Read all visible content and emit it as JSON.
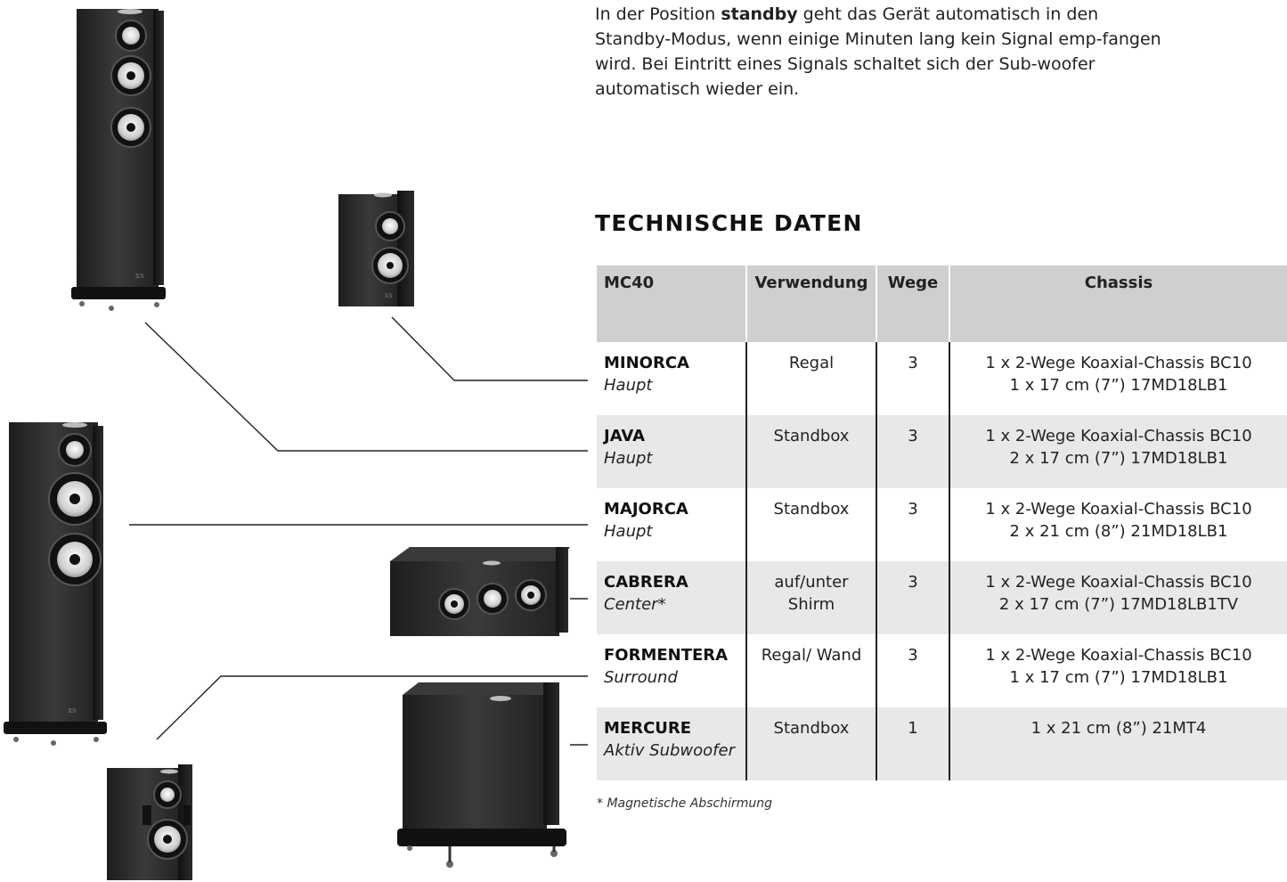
{
  "intro": {
    "before": "In der Position ",
    "keyword": "standby",
    "after": " geht das Gerät automatisch in den Standby-Modus, wenn einige Minuten lang kein Signal emp-fangen wird. Bei Eintritt eines Signals schaltet sich der Sub-woofer automatisch wieder ein."
  },
  "heading": "TECHNISCHE DATEN",
  "table": {
    "headers": {
      "model": "MC40",
      "use": "Verwendung",
      "ways": "Wege",
      "chassis": "Chassis"
    },
    "rows": [
      {
        "name": "MINORCA",
        "role": "Haupt",
        "use": "Regal",
        "ways": "3",
        "chassis1": "1 x 2-Wege Koaxial-Chassis BC10",
        "chassis2": "1 x 17 cm (7”) 17MD18LB1"
      },
      {
        "name": "JAVA",
        "role": "Haupt",
        "use": "Standbox",
        "ways": "3",
        "chassis1": "1 x 2-Wege Koaxial-Chassis BC10",
        "chassis2": "2 x 17 cm (7”) 17MD18LB1"
      },
      {
        "name": "MAJORCA",
        "role": "Haupt",
        "use": "Standbox",
        "ways": "3",
        "chassis1": "1 x 2-Wege Koaxial-Chassis BC10",
        "chassis2": "2 x 21 cm (8”) 21MD18LB1"
      },
      {
        "name": "CABRERA",
        "role": "Center*",
        "use": "auf/unter Shirm",
        "ways": "3",
        "chassis1": "1 x 2-Wege Koaxial-Chassis BC10",
        "chassis2": "2 x 17 cm (7”) 17MD18LB1TV"
      },
      {
        "name": "FORMENTERA",
        "role": "Surround",
        "use": "Regal/ Wand",
        "ways": "3",
        "chassis1": "1 x 2-Wege Koaxial-Chassis BC10",
        "chassis2": "1 x 17 cm (7”) 17MD18LB1"
      },
      {
        "name": "MERCURE",
        "role": "Aktiv Subwoofer",
        "use": "Standbox",
        "ways": "1",
        "chassis1": "1 x 21 cm (8”) 21MT4",
        "chassis2": ""
      }
    ]
  },
  "footnote": "* Magnetische Abschirmung",
  "colors": {
    "cabinet": "#2a2a2a",
    "table_header": "#cfcfcf",
    "row_shade": "#e8e8e8"
  },
  "illustrations": [
    "tall-floorstanding-speaker",
    "bookshelf-speaker",
    "floorstanding-speaker",
    "center-speaker",
    "surround-speaker",
    "subwoofer"
  ]
}
